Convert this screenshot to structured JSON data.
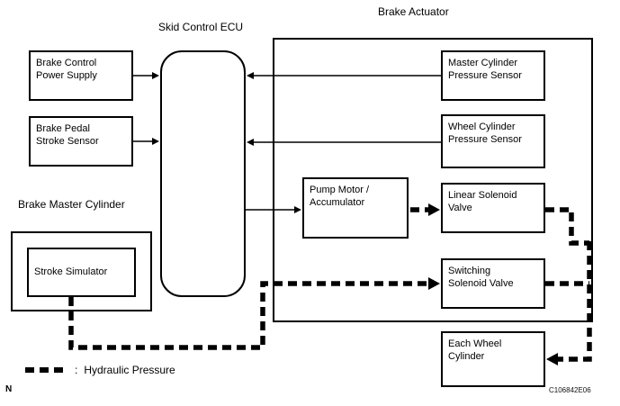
{
  "diagram": {
    "labels": {
      "skid_control_ecu": "Skid Control ECU",
      "brake_actuator": "Brake Actuator",
      "brake_master_cylinder": "Brake Master Cylinder"
    },
    "boxes": {
      "brake_control_power_supply": "Brake Control\nPower Supply",
      "brake_pedal_stroke_sensor": "Brake Pedal\nStroke Sensor",
      "master_cylinder_pressure_sensor": "Master Cylinder\nPressure Sensor",
      "wheel_cylinder_pressure_sensor": "Wheel Cylinder\nPressure Sensor",
      "pump_motor_accumulator": "Pump Motor /\nAccumulator",
      "linear_solenoid_valve": "Linear Solenoid\nValve",
      "switching_solenoid_valve": "Switching\nSolenoid Valve",
      "stroke_simulator": "Stroke Simulator",
      "each_wheel_cylinder": "Each Wheel\nCylinder"
    },
    "legend": {
      "separator": ":",
      "label": "Hydraulic Pressure"
    },
    "footer": {
      "left_mark": "N",
      "figure_code": "C106842E06"
    },
    "colors": {
      "line": "#000000",
      "background": "#ffffff"
    }
  }
}
